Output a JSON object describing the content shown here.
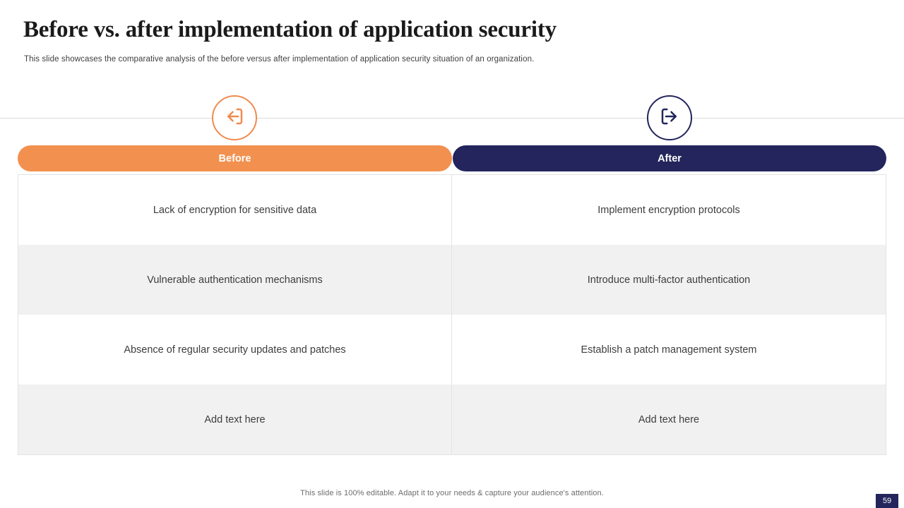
{
  "header": {
    "title": "Before vs. after implementation of application security",
    "subtitle": "This slide showcases the comparative analysis of the before versus after implementation of application security situation of an organization."
  },
  "columns": [
    {
      "label": "Before",
      "icon": "login-arrow-icon",
      "accent": "#f2914f"
    },
    {
      "label": "After",
      "icon": "logout-arrow-icon",
      "accent": "#23255c"
    }
  ],
  "table": {
    "rows": [
      {
        "before": "Lack of encryption for sensitive data",
        "after": "Implement encryption protocols"
      },
      {
        "before": "Vulnerable authentication mechanisms",
        "after": "Introduce multi-factor authentication"
      },
      {
        "before": "Absence of regular security updates and patches",
        "after": "Establish a patch management system"
      },
      {
        "before": "Add text here",
        "after": "Add text here"
      }
    ]
  },
  "footer": {
    "note": "This slide is 100% editable. Adapt it to your needs & capture your audience's attention.",
    "page_number": "59"
  }
}
